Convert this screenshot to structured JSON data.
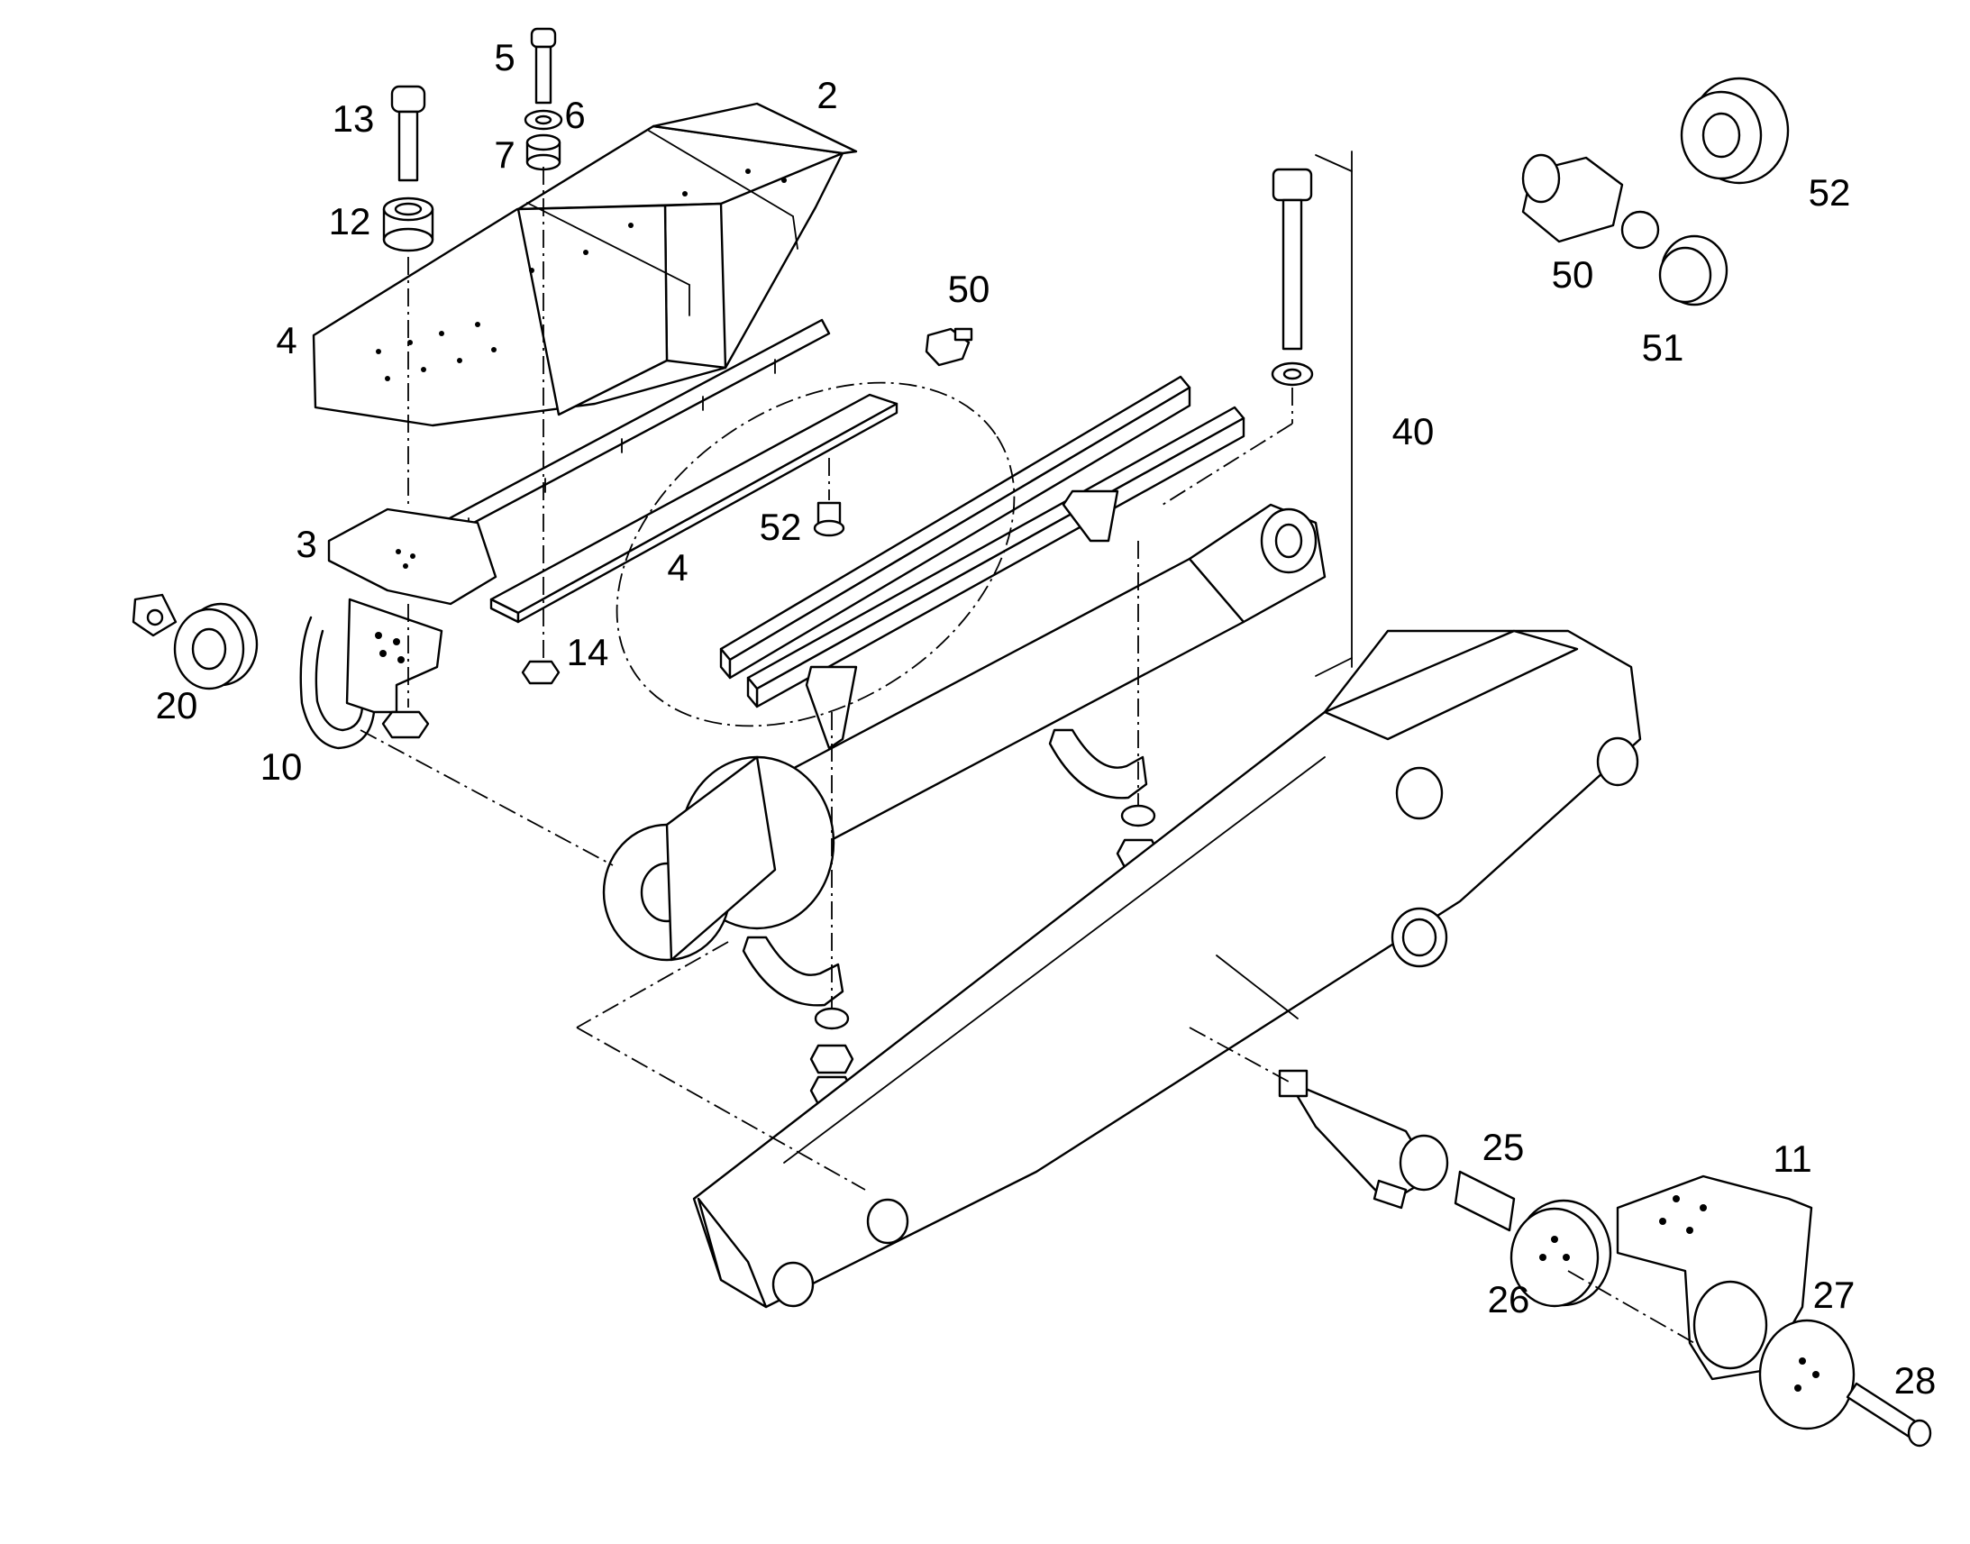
{
  "diagram": {
    "callouts": [
      {
        "id": "c-2",
        "label": "2"
      },
      {
        "id": "c-5",
        "label": "5"
      },
      {
        "id": "c-6",
        "label": "6"
      },
      {
        "id": "c-7",
        "label": "7"
      },
      {
        "id": "c-13",
        "label": "13"
      },
      {
        "id": "c-12",
        "label": "12"
      },
      {
        "id": "c-4a",
        "label": "4"
      },
      {
        "id": "c-3",
        "label": "3"
      },
      {
        "id": "c-4b",
        "label": "4"
      },
      {
        "id": "c-14",
        "label": "14"
      },
      {
        "id": "c-20",
        "label": "20"
      },
      {
        "id": "c-10",
        "label": "10"
      },
      {
        "id": "c-50a",
        "label": "50"
      },
      {
        "id": "c-52a",
        "label": "52"
      },
      {
        "id": "c-40",
        "label": "40"
      },
      {
        "id": "c-50b",
        "label": "50"
      },
      {
        "id": "c-51",
        "label": "51"
      },
      {
        "id": "c-52b",
        "label": "52"
      },
      {
        "id": "c-25",
        "label": "25"
      },
      {
        "id": "c-11",
        "label": "11"
      },
      {
        "id": "c-26",
        "label": "26"
      },
      {
        "id": "c-27",
        "label": "27"
      },
      {
        "id": "c-28",
        "label": "28"
      }
    ]
  }
}
